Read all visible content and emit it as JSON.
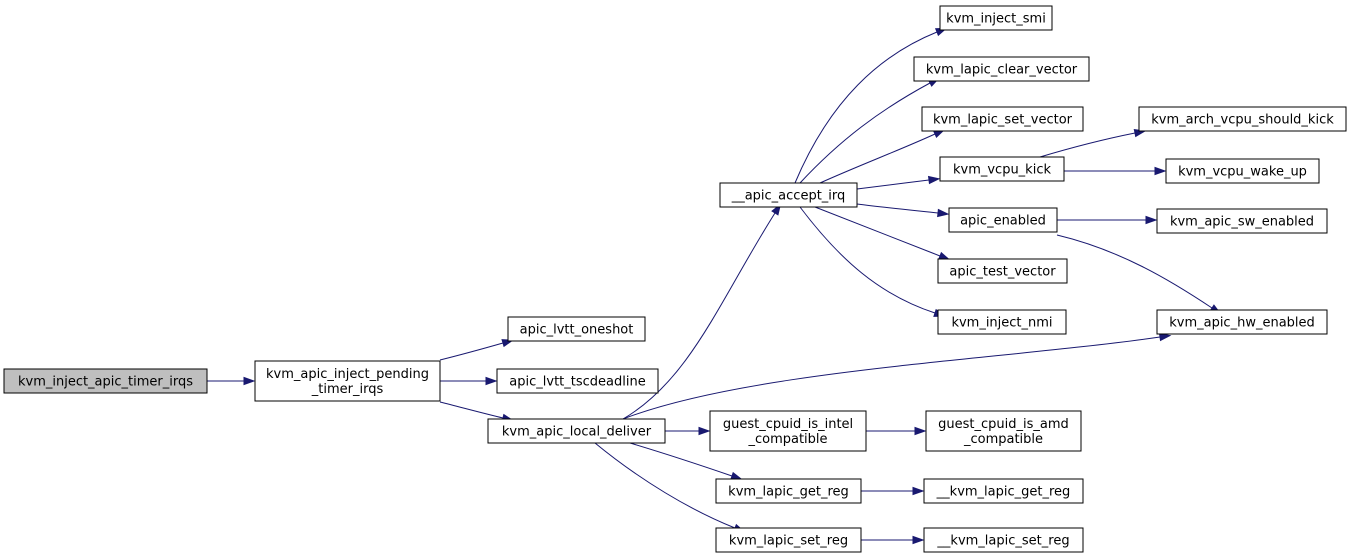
{
  "graph": {
    "colors": {
      "edge": "#191970",
      "root_fill": "#bfbfbf",
      "node_fill": "#ffffff",
      "node_stroke": "#000000"
    },
    "nodes": [
      {
        "id": "n_root",
        "lines": [
          "kvm_inject_apic_timer_irqs"
        ],
        "root": true
      },
      {
        "id": "n_pending",
        "lines": [
          "kvm_apic_inject_pending",
          "_timer_irqs"
        ]
      },
      {
        "id": "n_oneshot",
        "lines": [
          "apic_lvtt_oneshot"
        ]
      },
      {
        "id": "n_tscdl",
        "lines": [
          "apic_lvtt_tscdeadline"
        ]
      },
      {
        "id": "n_localdeliver",
        "lines": [
          "kvm_apic_local_deliver"
        ]
      },
      {
        "id": "n_acceptirq",
        "lines": [
          "__apic_accept_irq"
        ]
      },
      {
        "id": "n_smi",
        "lines": [
          "kvm_inject_smi"
        ]
      },
      {
        "id": "n_clearvec",
        "lines": [
          "kvm_lapic_clear_vector"
        ]
      },
      {
        "id": "n_setvec",
        "lines": [
          "kvm_lapic_set_vector"
        ]
      },
      {
        "id": "n_vcpukick",
        "lines": [
          "kvm_vcpu_kick"
        ]
      },
      {
        "id": "n_shouldkick",
        "lines": [
          "kvm_arch_vcpu_should_kick"
        ]
      },
      {
        "id": "n_wakeup",
        "lines": [
          "kvm_vcpu_wake_up"
        ]
      },
      {
        "id": "n_apicenabled",
        "lines": [
          "apic_enabled"
        ]
      },
      {
        "id": "n_swenabled",
        "lines": [
          "kvm_apic_sw_enabled"
        ]
      },
      {
        "id": "n_testvec",
        "lines": [
          "apic_test_vector"
        ]
      },
      {
        "id": "n_nmi",
        "lines": [
          "kvm_inject_nmi"
        ]
      },
      {
        "id": "n_hwenabled",
        "lines": [
          "kvm_apic_hw_enabled"
        ]
      },
      {
        "id": "n_intel",
        "lines": [
          "guest_cpuid_is_intel",
          "_compatible"
        ]
      },
      {
        "id": "n_amd",
        "lines": [
          "guest_cpuid_is_amd",
          "_compatible"
        ]
      },
      {
        "id": "n_getreg",
        "lines": [
          "kvm_lapic_get_reg"
        ]
      },
      {
        "id": "n_getreg2",
        "lines": [
          "__kvm_lapic_get_reg"
        ]
      },
      {
        "id": "n_setreg",
        "lines": [
          "kvm_lapic_set_reg"
        ]
      },
      {
        "id": "n_setreg2",
        "lines": [
          "__kvm_lapic_set_reg"
        ]
      }
    ],
    "edges": [
      {
        "from": "n_root",
        "to": "n_pending"
      },
      {
        "from": "n_pending",
        "to": "n_oneshot"
      },
      {
        "from": "n_pending",
        "to": "n_tscdl"
      },
      {
        "from": "n_pending",
        "to": "n_localdeliver"
      },
      {
        "from": "n_localdeliver",
        "to": "n_acceptirq"
      },
      {
        "from": "n_localdeliver",
        "to": "n_hwenabled"
      },
      {
        "from": "n_localdeliver",
        "to": "n_intel"
      },
      {
        "from": "n_localdeliver",
        "to": "n_getreg"
      },
      {
        "from": "n_localdeliver",
        "to": "n_setreg"
      },
      {
        "from": "n_acceptirq",
        "to": "n_smi"
      },
      {
        "from": "n_acceptirq",
        "to": "n_clearvec"
      },
      {
        "from": "n_acceptirq",
        "to": "n_setvec"
      },
      {
        "from": "n_acceptirq",
        "to": "n_vcpukick"
      },
      {
        "from": "n_acceptirq",
        "to": "n_apicenabled"
      },
      {
        "from": "n_acceptirq",
        "to": "n_testvec"
      },
      {
        "from": "n_acceptirq",
        "to": "n_nmi"
      },
      {
        "from": "n_vcpukick",
        "to": "n_shouldkick"
      },
      {
        "from": "n_vcpukick",
        "to": "n_wakeup"
      },
      {
        "from": "n_apicenabled",
        "to": "n_swenabled"
      },
      {
        "from": "n_apicenabled",
        "to": "n_hwenabled"
      },
      {
        "from": "n_intel",
        "to": "n_amd"
      },
      {
        "from": "n_getreg",
        "to": "n_getreg2"
      },
      {
        "from": "n_setreg",
        "to": "n_setreg2"
      }
    ]
  }
}
